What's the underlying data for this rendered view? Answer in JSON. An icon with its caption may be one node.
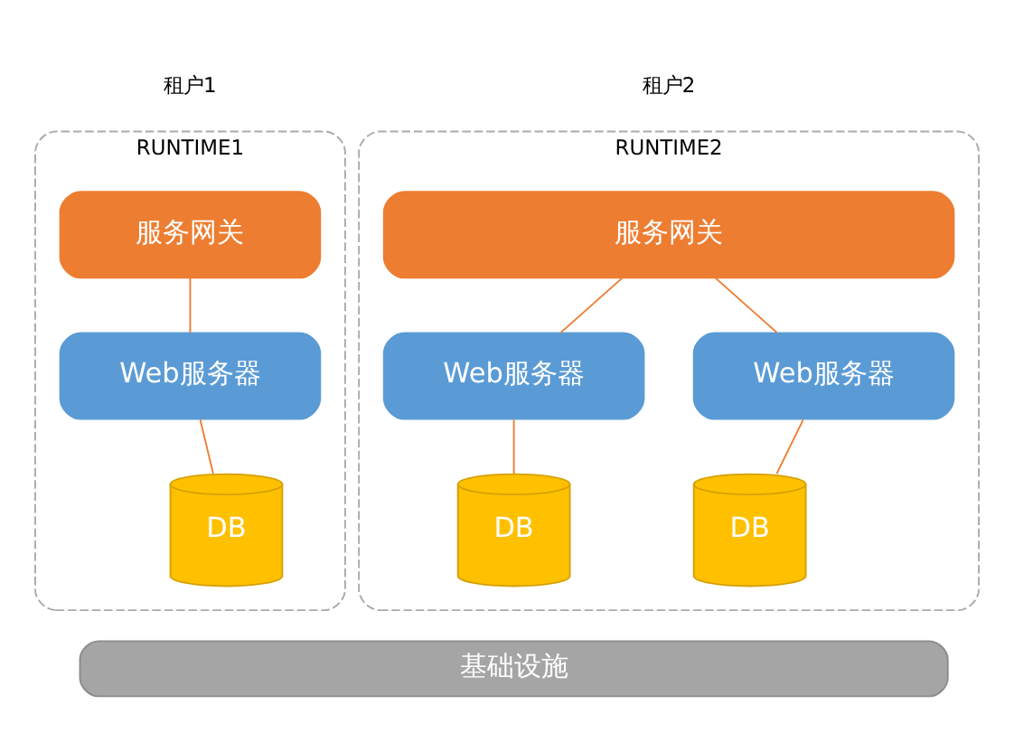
{
  "diagram": {
    "nodes": [
      {
        "text": [
          "租户1"
        ]
      },
      {
        "text": [
          "租户2"
        ]
      },
      {
        "text": [
          "RUNTIME1"
        ]
      },
      {
        "text": [
          "服务网关"
        ],
        "in": 2
      },
      {
        "text": [
          "Web服务器"
        ],
        "in": 2
      },
      {
        "text": [
          "DB"
        ],
        "in": 2
      },
      {
        "text": [
          "RUNTIME2"
        ]
      },
      {
        "text": [
          "服务网关"
        ],
        "in": 6
      },
      {
        "text": [
          "Web服务器"
        ],
        "in": 6
      },
      {
        "text": [
          "Web服务器"
        ],
        "in": 6
      },
      {
        "text": [
          "DB"
        ],
        "in": 6
      },
      {
        "text": [
          "DB"
        ],
        "in": 6
      },
      {
        "text": [
          "基础设施"
        ]
      }
    ],
    "edges": [
      {
        "from": 3,
        "to": 4,
        "arrow": "none"
      },
      {
        "from": 4,
        "to": 5,
        "arrow": "none"
      },
      {
        "from": 7,
        "to": 8,
        "arrow": "none"
      },
      {
        "from": 7,
        "to": 9,
        "arrow": "none"
      },
      {
        "from": 8,
        "to": 10,
        "arrow": "none"
      },
      {
        "from": 9,
        "to": 11,
        "arrow": "none"
      }
    ]
  }
}
